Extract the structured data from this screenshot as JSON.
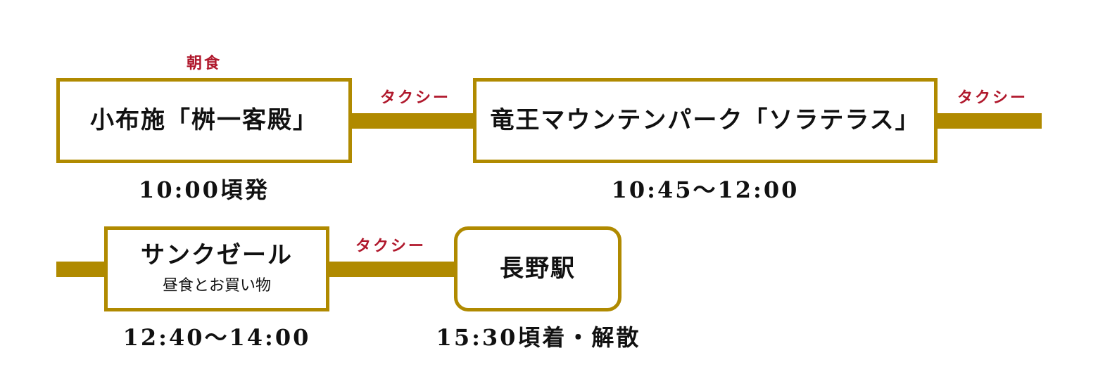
{
  "colors": {
    "route_line": "#b08a00",
    "label_red": "#b0182c",
    "text": "#111111"
  },
  "row1": {
    "breakfast_label": "朝食",
    "stop1": {
      "name": "小布施「桝一客殿」",
      "time": "10:00頃発"
    },
    "transport1": "タクシー",
    "stop2": {
      "name": "竜王マウンテンパーク「ソラテラス」",
      "time": "10:45〜12:00"
    },
    "transport2": "タクシー"
  },
  "row2": {
    "stop3": {
      "name": "サンクゼール",
      "note": "昼食とお買い物",
      "time": "12:40〜14:00"
    },
    "transport3": "タクシー",
    "stop4": {
      "name": "長野駅",
      "time": "15:30頃着・解散"
    }
  }
}
